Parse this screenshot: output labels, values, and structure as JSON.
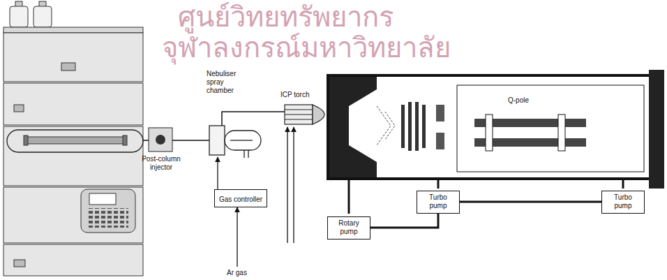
{
  "diagram": {
    "nodes": [
      {
        "text": [
          "Gas controller"
        ]
      },
      {
        "text": [
          "Turbo pump"
        ]
      },
      {
        "text": [
          "Turbo pump"
        ]
      },
      {
        "text": [
          "Rotary pump"
        ]
      }
    ],
    "edges": [
      {
        "from": 3,
        "to": 1,
        "arrow": "none"
      },
      {
        "from": 1,
        "to": 2,
        "arrow": "none"
      }
    ],
    "labels": [
      "ศูนย์วิทยทรัพยากร",
      "จุฬาลงกรณ์มหาวิทยาลัย",
      "Nebuliser spray chamber",
      "ICP torch",
      "Post-column injector",
      "Ar gas",
      "Q-pole"
    ]
  }
}
